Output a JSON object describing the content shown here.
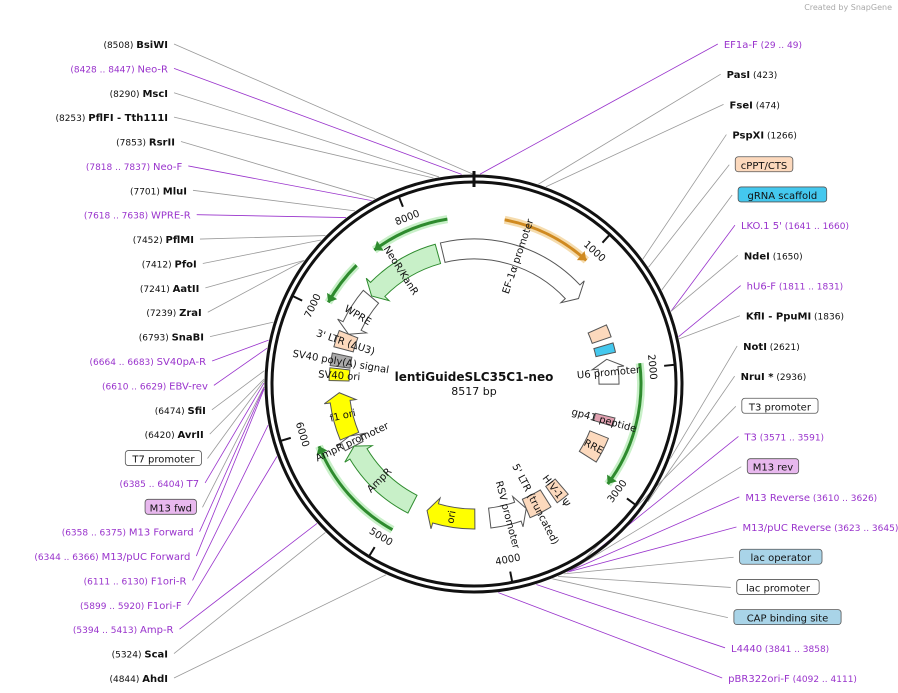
{
  "watermark": "Created by SnapGene",
  "map": {
    "name": "lentiGuideSLC35C1-neo",
    "size": "8517 bp",
    "total_bp": 8517
  },
  "colors": {
    "backbone": "#111111",
    "enzyme_text": "#111111",
    "primer_text": "#9933cc",
    "leader": "#999999",
    "primer_leader": "#9933cc"
  },
  "ticks": [
    {
      "bp": 1000,
      "label": "1000"
    },
    {
      "bp": 2000,
      "label": "2000"
    },
    {
      "bp": 3000,
      "label": "3000"
    },
    {
      "bp": 4000,
      "label": "4000"
    },
    {
      "bp": 5000,
      "label": "5000"
    },
    {
      "bp": 6000,
      "label": "6000"
    },
    {
      "bp": 7000,
      "label": "7000"
    },
    {
      "bp": 8000,
      "label": "8000"
    }
  ],
  "labels": [
    {
      "kind": "enzyme",
      "pos": "(8508)",
      "name": "BsiWI",
      "bp": 8508
    },
    {
      "kind": "primer",
      "pos": "(29 .. 49)",
      "name": "EF1a-F",
      "bp": 39
    },
    {
      "kind": "primer",
      "pos": "(8428 .. 8447)",
      "name": "Neo-R",
      "bp": 8437
    },
    {
      "kind": "enzyme",
      "pos": "(8290)",
      "name": "MscI",
      "bp": 8290
    },
    {
      "kind": "enzyme",
      "pos": "(8253)",
      "name": "PflFI",
      "name2": "Tth111I",
      "bp": 8253
    },
    {
      "kind": "enzyme",
      "pos": "(7853)",
      "name": "RsrII",
      "bp": 7853
    },
    {
      "kind": "primer",
      "pos": "(7818 .. 7837)",
      "name": "Neo-F",
      "bp": 7827
    },
    {
      "kind": "enzyme",
      "pos": "(7701)",
      "name": "MluI",
      "bp": 7701
    },
    {
      "kind": "primer",
      "pos": "(7618 .. 7638)",
      "name": "WPRE-R",
      "bp": 7628
    },
    {
      "kind": "enzyme",
      "pos": "(7452)",
      "name": "PflMI",
      "bp": 7452
    },
    {
      "kind": "enzyme",
      "pos": "(7412)",
      "name": "PfoI",
      "bp": 7412
    },
    {
      "kind": "enzyme",
      "pos": "(7241)",
      "name": "AatII",
      "bp": 7241
    },
    {
      "kind": "enzyme",
      "pos": "(7239)",
      "name": "ZraI",
      "bp": 7239
    },
    {
      "kind": "enzyme",
      "pos": "(6793)",
      "name": "SnaBI",
      "bp": 6793
    },
    {
      "kind": "primer",
      "pos": "(6664 .. 6683)",
      "name": "SV40pA-R",
      "bp": 6673
    },
    {
      "kind": "primer",
      "pos": "(6610 .. 6629)",
      "name": "EBV-rev",
      "bp": 6620
    },
    {
      "kind": "enzyme",
      "pos": "(6474)",
      "name": "SfiI",
      "bp": 6474
    },
    {
      "kind": "enzyme",
      "pos": "(6420)",
      "name": "AvrII",
      "bp": 6420
    },
    {
      "kind": "feature",
      "name": "T7 promoter",
      "bp": 6410,
      "fill": "#ffffff"
    },
    {
      "kind": "primer",
      "pos": "(6385 .. 6404)",
      "name": "T7",
      "bp": 6394
    },
    {
      "kind": "feature",
      "name": "M13 fwd",
      "bp": 6370,
      "fill": "#e8b8ee"
    },
    {
      "kind": "primer",
      "pos": "(6358 .. 6375)",
      "name": "M13 Forward",
      "bp": 6366
    },
    {
      "kind": "primer",
      "pos": "(6344 .. 6366)",
      "name": "M13/pUC Forward",
      "bp": 6355
    },
    {
      "kind": "primer",
      "pos": "(6111 .. 6130)",
      "name": "F1ori-R",
      "bp": 6120
    },
    {
      "kind": "primer",
      "pos": "(5899 .. 5920)",
      "name": "F1ori-F",
      "bp": 5910
    },
    {
      "kind": "primer",
      "pos": "(5394 .. 5413)",
      "name": "Amp-R",
      "bp": 5403
    },
    {
      "kind": "enzyme",
      "pos": "(5324)",
      "name": "ScaI",
      "bp": 5324
    },
    {
      "kind": "enzyme",
      "pos": "(4844)",
      "name": "AhdI",
      "bp": 4844
    },
    {
      "kind": "primer",
      "pos": "(4092 .. 4111)",
      "name": "pBR322ori-F",
      "bp": 4101
    },
    {
      "kind": "primer",
      "pos": "(3841 .. 3858)",
      "name": "L4440",
      "bp": 3850
    },
    {
      "kind": "feature",
      "name": "CAP binding site",
      "bp": 3740,
      "fill": "#a9d4e8"
    },
    {
      "kind": "feature",
      "name": "lac promoter",
      "bp": 3700,
      "fill": "#ffffff"
    },
    {
      "kind": "primer",
      "pos": "(3623 .. 3645)",
      "name": "M13/pUC Reverse",
      "bp": 3634
    },
    {
      "kind": "feature",
      "name": "lac operator",
      "bp": 3660,
      "fill": "#a9d4e8"
    },
    {
      "kind": "primer",
      "pos": "(3610 .. 3626)",
      "name": "M13 Reverse",
      "bp": 3618
    },
    {
      "kind": "feature",
      "name": "M13 rev",
      "bp": 3610,
      "fill": "#e8b8ee"
    },
    {
      "kind": "primer",
      "pos": "(3571 .. 3591)",
      "name": "T3",
      "bp": 3581
    },
    {
      "kind": "feature",
      "name": "T3 promoter",
      "bp": 3570,
      "fill": "#ffffff"
    },
    {
      "kind": "enzyme",
      "pos": "(2936)",
      "name": "NruI *",
      "bp": 2936
    },
    {
      "kind": "enzyme",
      "pos": "(2621)",
      "name": "NotI",
      "bp": 2621
    },
    {
      "kind": "enzyme",
      "pos": "(1836)",
      "name": "KflI",
      "name2": "PpuMI",
      "bp": 1836
    },
    {
      "kind": "primer",
      "pos": "(1811 .. 1831)",
      "name": "hU6-F",
      "bp": 1821
    },
    {
      "kind": "primer",
      "pos": "(1641 .. 1660)",
      "name": "LKO.1 5'",
      "bp": 1650
    },
    {
      "kind": "enzyme",
      "pos": "(1650)",
      "name": "NdeI",
      "bp": 1650
    },
    {
      "kind": "feature",
      "name": "gRNA scaffold",
      "bp": 1500,
      "fill": "#44c8ee"
    },
    {
      "kind": "feature",
      "name": "cPPT/CTS",
      "bp": 1330,
      "fill": "#fcd9bd"
    },
    {
      "kind": "enzyme",
      "pos": "(1266)",
      "name": "PspXI",
      "bp": 1266
    },
    {
      "kind": "enzyme",
      "pos": "(474)",
      "name": "FseI",
      "bp": 474
    },
    {
      "kind": "enzyme",
      "pos": "(423)",
      "name": "PasI",
      "bp": 423
    }
  ],
  "features": [
    {
      "name": "EF-1α promoter",
      "label": "EF-1α promoter",
      "start": 8200,
      "end": 1200,
      "dir": "cw",
      "ring": "outer",
      "fill": "#ffffff",
      "stroke": "#555555"
    },
    {
      "name": "NeoR/KanR",
      "label": "NeoR/KanR",
      "start": 7350,
      "end": 8150,
      "dir": "ccw",
      "ring": "outer",
      "fill": "#c8f0c8",
      "stroke": "#2e8b2e"
    },
    {
      "name": "WPRE",
      "label": "WPRE",
      "start": 6900,
      "end": 7340,
      "dir": "ccw",
      "ring": "outer",
      "fill": "#ffffff",
      "stroke": "#555555"
    },
    {
      "name": "3' LTR (ΔU3)",
      "label": "3' LTR (ΔU3)",
      "start": 6740,
      "end": 6900,
      "dir": "none",
      "ring": "outer",
      "fill": "#fcd9bd",
      "stroke": "#555555"
    },
    {
      "name": "SV40 poly(A) signal",
      "label": "SV40 poly(A) signal",
      "start": 6560,
      "end": 6680,
      "dir": "none",
      "ring": "outer",
      "fill": "#aaaaaa",
      "stroke": "#555555"
    },
    {
      "name": "SV40 ori",
      "label": "SV40 ori",
      "start": 6420,
      "end": 6540,
      "dir": "none",
      "ring": "outer",
      "fill": "#ffff00",
      "stroke": "#555555"
    },
    {
      "name": "f1 ori",
      "label": "f1 ori",
      "start": 5850,
      "end": 6300,
      "dir": "cw",
      "ring": "outer",
      "fill": "#ffff00",
      "stroke": "#555555"
    },
    {
      "name": "AmpR promoter",
      "label": "AmpR promoter",
      "start": 5740,
      "end": 5850,
      "dir": "cw",
      "ring": "outer",
      "fill": "#ffffff",
      "stroke": "#555555"
    },
    {
      "name": "AmpR",
      "label": "AmpR",
      "start": 4900,
      "end": 5740,
      "dir": "cw",
      "ring": "outer",
      "fill": "#c8f0c8",
      "stroke": "#2e8b2e"
    },
    {
      "name": "ori",
      "label": "ori",
      "start": 4250,
      "end": 4740,
      "dir": "cw",
      "ring": "outer",
      "fill": "#ffff00",
      "stroke": "#555555"
    },
    {
      "name": "RSV promoter",
      "label": "RSV promoter",
      "start": 3720,
      "end": 4100,
      "dir": "ccw",
      "ring": "outer",
      "fill": "#ffffff",
      "stroke": "#555555"
    },
    {
      "name": "5' LTR (truncated)",
      "label": "5' LTR (truncated)",
      "start": 3500,
      "end": 3720,
      "dir": "none",
      "ring": "outer",
      "fill": "#fcd9bd",
      "stroke": "#555555"
    },
    {
      "name": "HIV-1 Ψ",
      "label": "HIV-1 Ψ",
      "start": 3300,
      "end": 3430,
      "dir": "none",
      "ring": "outer",
      "fill": "#fcd9bd",
      "stroke": "#555555"
    },
    {
      "name": "RRE",
      "label": "RRE",
      "start": 2650,
      "end": 2900,
      "dir": "none",
      "ring": "outer",
      "fill": "#fcd9bd",
      "stroke": "#555555"
    },
    {
      "name": "gp41 peptide",
      "label": "gp41 peptide",
      "start": 2450,
      "end": 2530,
      "dir": "none",
      "ring": "outer",
      "fill": "#e0a0b0",
      "stroke": "#555555"
    },
    {
      "name": "U6 promoter",
      "label": "U6 promoter",
      "start": 1880,
      "end": 2130,
      "dir": "ccw",
      "ring": "outer",
      "fill": "#ffffff",
      "stroke": "#555555"
    },
    {
      "name": "gRNA scaffold",
      "label": "",
      "start": 1740,
      "end": 1830,
      "dir": "none",
      "ring": "outer",
      "fill": "#44c8ee",
      "stroke": "#555555"
    },
    {
      "name": "cPPT/CTS",
      "label": "",
      "start": 1560,
      "end": 1680,
      "dir": "none",
      "ring": "outer",
      "fill": "#fcd9bd",
      "stroke": "#555555"
    }
  ],
  "orfs": [
    {
      "start": 250,
      "end": 1000,
      "dir": "cw",
      "color": "#d08a20",
      "glow": "#f5dcae"
    },
    {
      "start": 1960,
      "end": 3000,
      "dir": "cw",
      "color": "#2e8b2e",
      "glow": "#c8f0c8"
    },
    {
      "start": 7650,
      "end": 8300,
      "dir": "ccw",
      "color": "#2e8b2e",
      "glow": "#c8f0c8"
    },
    {
      "start": 7080,
      "end": 7460,
      "dir": "ccw",
      "color": "#2e8b2e",
      "glow": "#c8f0c8"
    },
    {
      "start": 4950,
      "end": 5870,
      "dir": "cw",
      "color": "#2e8b2e",
      "glow": "#c8f0c8"
    }
  ]
}
